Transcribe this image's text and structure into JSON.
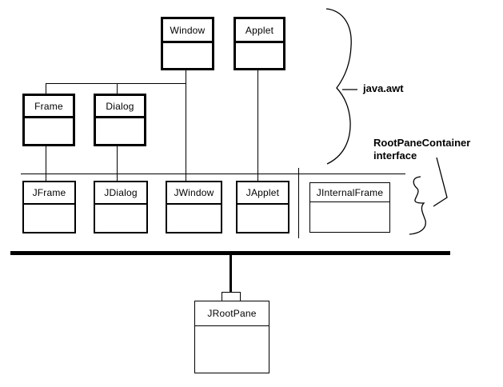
{
  "canvas": {
    "background": "#ffffff",
    "ink": "#000000"
  },
  "classes": [
    {
      "id": "window",
      "label": "Window"
    },
    {
      "id": "applet",
      "label": "Applet"
    },
    {
      "id": "frame",
      "label": "Frame"
    },
    {
      "id": "dialog",
      "label": "Dialog"
    },
    {
      "id": "jframe",
      "label": "JFrame"
    },
    {
      "id": "jdialog",
      "label": "JDialog"
    },
    {
      "id": "jwindow",
      "label": "JWindow"
    },
    {
      "id": "japplet",
      "label": "JApplet"
    },
    {
      "id": "jinternalframe",
      "label": "JInternalFrame"
    },
    {
      "id": "jrootpane",
      "label": "JRootPane"
    }
  ],
  "annotations": {
    "package_label": "java.awt",
    "interface_label_line1": "RootPaneContainer",
    "interface_label_line2": "interface"
  }
}
